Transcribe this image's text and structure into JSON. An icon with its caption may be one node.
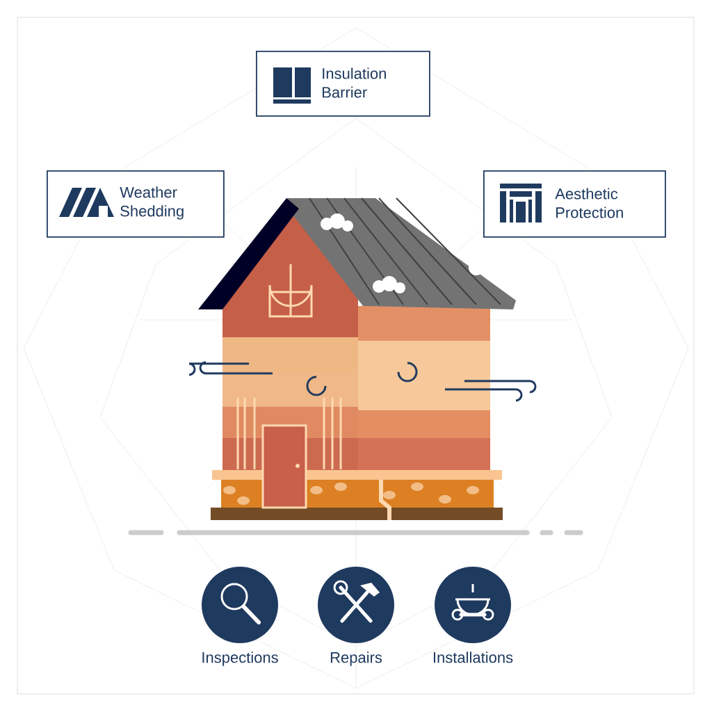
{
  "diagram": {
    "nodes": [
      {
        "text": [
          "Insulation Barrier"
        ]
      },
      {
        "text": [
          "Weather Shedding"
        ]
      },
      {
        "text": [
          "Aesthetic Protection"
        ]
      },
      {
        "text": [],
        "shape": "circle",
        "beside": [
          "Inspections"
        ]
      },
      {
        "text": [],
        "shape": "circle",
        "beside": [
          "Repairs"
        ]
      },
      {
        "text": [],
        "shape": "circle",
        "beside": [
          "Installations"
        ]
      }
    ]
  }
}
